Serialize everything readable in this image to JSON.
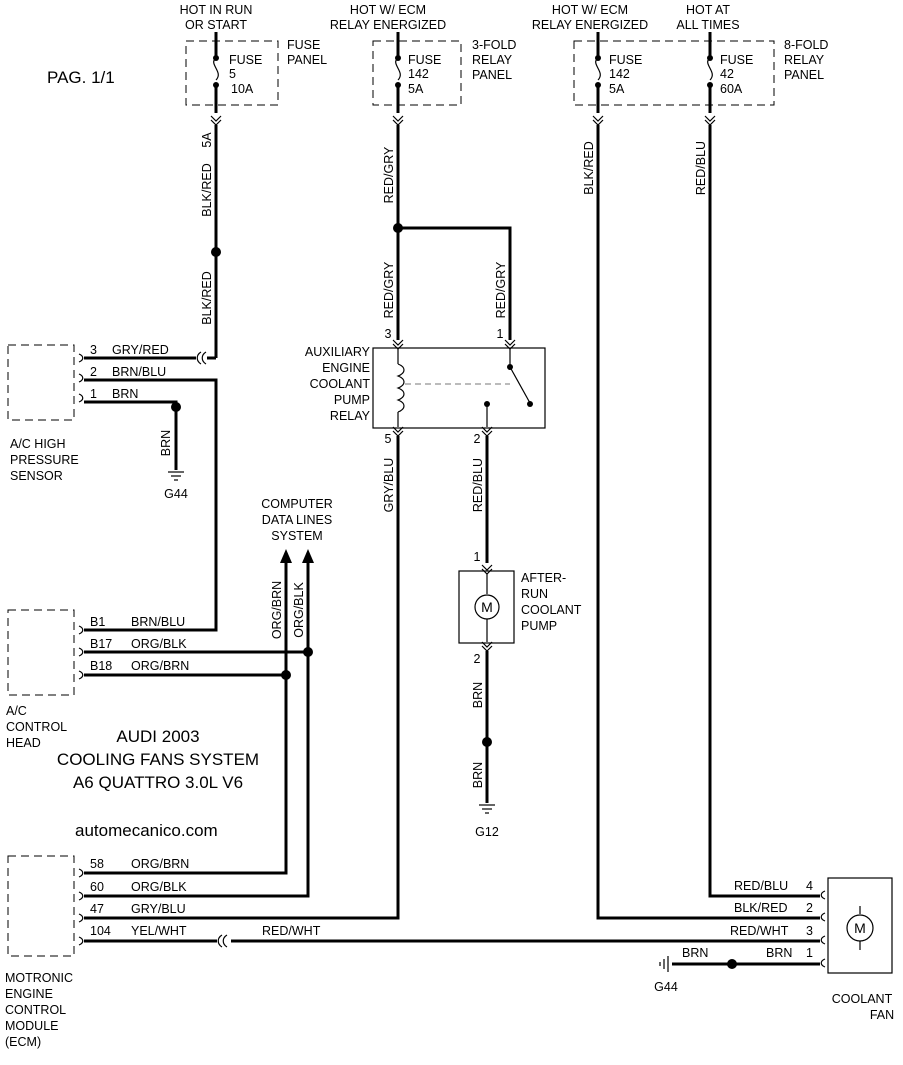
{
  "page": "PAG. 1/1",
  "title": [
    "AUDI 2003",
    "COOLING FANS SYSTEM",
    "A6 QUATTRO 3.0L V6"
  ],
  "website": "automecanico.com",
  "sources": {
    "run_start": [
      "HOT IN RUN",
      "OR START"
    ],
    "ecm_relay_1": [
      "HOT W/ ECM",
      "RELAY ENERGIZED"
    ],
    "ecm_relay_2": [
      "HOT W/ ECM",
      "RELAY ENERGIZED"
    ],
    "all_times": [
      "HOT AT",
      "ALL TIMES"
    ]
  },
  "panels": {
    "fuse_panel": [
      "FUSE",
      "PANEL"
    ],
    "three_fold": [
      "3-FOLD",
      "RELAY",
      "PANEL"
    ],
    "eight_fold": [
      "8-FOLD",
      "RELAY",
      "PANEL"
    ]
  },
  "fuses": [
    {
      "label": "FUSE",
      "num": "5",
      "amps": "10A"
    },
    {
      "label": "FUSE",
      "num": "142",
      "amps": "5A"
    },
    {
      "label": "FUSE",
      "num": "142",
      "amps": "5A"
    },
    {
      "label": "FUSE",
      "num": "42",
      "amps": "60A"
    }
  ],
  "wires": {
    "fuse5_out": "5A",
    "blk_red_1": "BLK/RED",
    "blk_red_2": "BLK/RED",
    "red_gry_1": "RED/GRY",
    "red_gry_2": "RED/GRY",
    "red_gry_3": "RED/GRY",
    "blk_red_fan": "BLK/RED",
    "red_blu_fan": "RED/BLU",
    "brn_sensor": "BRN",
    "gry_blu": "GRY/BLU",
    "red_blu_pump": "RED/BLU",
    "brn_pump_1": "BRN",
    "brn_pump_2": "BRN",
    "org_brn_vert": "ORG/BRN",
    "org_blk_vert": "ORG/BLK",
    "red_wht": "RED/WHT"
  },
  "sensor": {
    "name": [
      "A/C HIGH",
      "PRESSURE",
      "SENSOR"
    ],
    "pins": [
      {
        "num": "3",
        "wire": "GRY/RED"
      },
      {
        "num": "2",
        "wire": "BRN/BLU"
      },
      {
        "num": "1",
        "wire": "BRN"
      }
    ],
    "ground": "G44"
  },
  "computer_data": [
    "COMPUTER",
    "DATA LINES",
    "SYSTEM"
  ],
  "relay": {
    "name": [
      "AUXILIARY",
      "ENGINE",
      "COOLANT",
      "PUMP",
      "RELAY"
    ],
    "pin_3": "3",
    "pin_1": "1",
    "pin_5": "5",
    "pin_2": "2"
  },
  "pump": {
    "name": [
      "AFTER-",
      "RUN",
      "COOLANT",
      "PUMP"
    ],
    "pin_1": "1",
    "pin_2": "2",
    "motor": "M",
    "ground": "G12"
  },
  "ac_head": {
    "name": [
      "A/C",
      "CONTROL",
      "HEAD"
    ],
    "pins": [
      {
        "num": "B1",
        "wire": "BRN/BLU"
      },
      {
        "num": "B17",
        "wire": "ORG/BLK"
      },
      {
        "num": "B18",
        "wire": "ORG/BRN"
      }
    ]
  },
  "ecm": {
    "name": [
      "MOTRONIC",
      "ENGINE",
      "CONTROL",
      "MODULE",
      "(ECM)"
    ],
    "pins": [
      {
        "num": "58",
        "wire": "ORG/BRN"
      },
      {
        "num": "60",
        "wire": "ORG/BLK"
      },
      {
        "num": "47",
        "wire": "GRY/BLU"
      },
      {
        "num": "104",
        "wire": "YEL/WHT"
      }
    ]
  },
  "fan": {
    "name": [
      "COOLANT",
      "FAN"
    ],
    "motor": "M",
    "pins": [
      {
        "num": "4",
        "wire": "RED/BLU"
      },
      {
        "num": "2",
        "wire": "BLK/RED"
      },
      {
        "num": "3",
        "wire": "RED/WHT"
      },
      {
        "num": "1",
        "wire": "BRN"
      }
    ],
    "ground_wire": "BRN",
    "ground": "G44"
  }
}
